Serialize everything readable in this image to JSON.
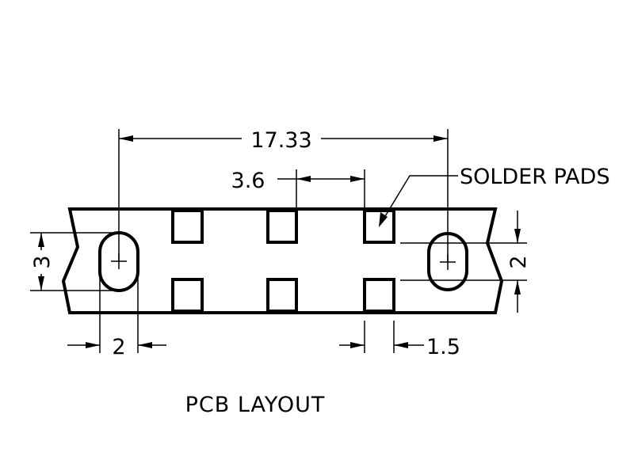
{
  "title": "PCB LAYOUT",
  "callout": "SOLDER PADS",
  "dimensions": {
    "overall_pitch": "17.33",
    "pad_spacing": "3.6",
    "slot_height": "3",
    "slot_width": "2",
    "right_slot_height": "2",
    "pad_width": "1.5"
  }
}
